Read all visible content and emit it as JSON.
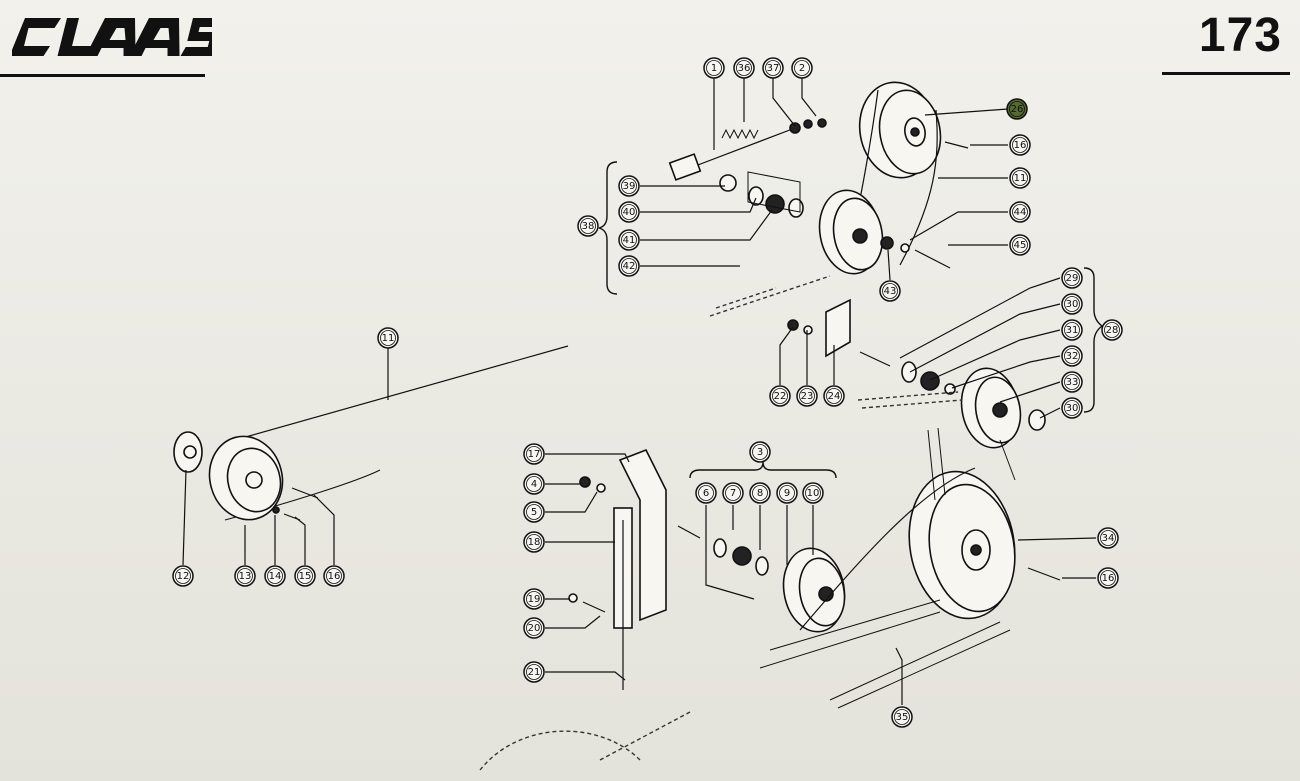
{
  "header": {
    "brand": "CLAAS",
    "page_number": "173"
  },
  "callouts": [
    "1",
    "36",
    "37",
    "2",
    "26",
    "16",
    "11",
    "44",
    "45",
    "43",
    "39",
    "40",
    "41",
    "42",
    "38",
    "29",
    "30",
    "31",
    "32",
    "33",
    "30",
    "28",
    "22",
    "23",
    "24",
    "11",
    "12",
    "13",
    "14",
    "15",
    "16",
    "17",
    "4",
    "5",
    "18",
    "19",
    "20",
    "21",
    "3",
    "6",
    "7",
    "8",
    "9",
    "10",
    "34",
    "16",
    "35"
  ],
  "colors": {
    "highlight": "#556b2f",
    "ink": "#111111",
    "paper": "#f2f1ec"
  }
}
